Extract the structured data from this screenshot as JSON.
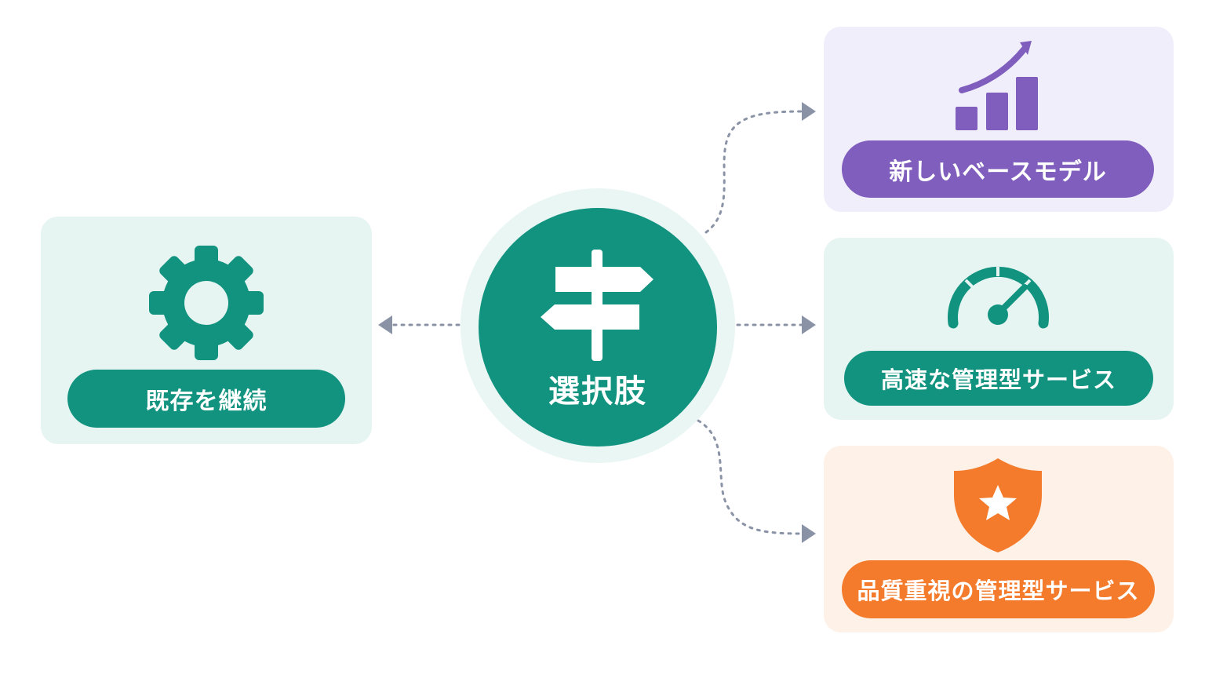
{
  "center": {
    "label": "選択肢",
    "icon": "signpost-icon",
    "color": "#12937f"
  },
  "options": {
    "keep": {
      "label": "既存を継続",
      "icon": "gear-icon",
      "color": "#12937f",
      "background": "#e6f5f2"
    },
    "base_model": {
      "label": "新しいベースモデル",
      "icon": "growth-chart-icon",
      "color": "#7f5ebd",
      "background": "#f1eefb"
    },
    "fast": {
      "label": "高速な管理型サービス",
      "icon": "speedometer-icon",
      "color": "#12937f",
      "background": "#e6f5f2"
    },
    "quality": {
      "label": "品質重視の管理型サービス",
      "icon": "shield-star-icon",
      "color": "#f47b2c",
      "background": "#fef1e8"
    }
  },
  "connectors": {
    "style": "dotted-arrow",
    "color": "#8a93a6"
  }
}
